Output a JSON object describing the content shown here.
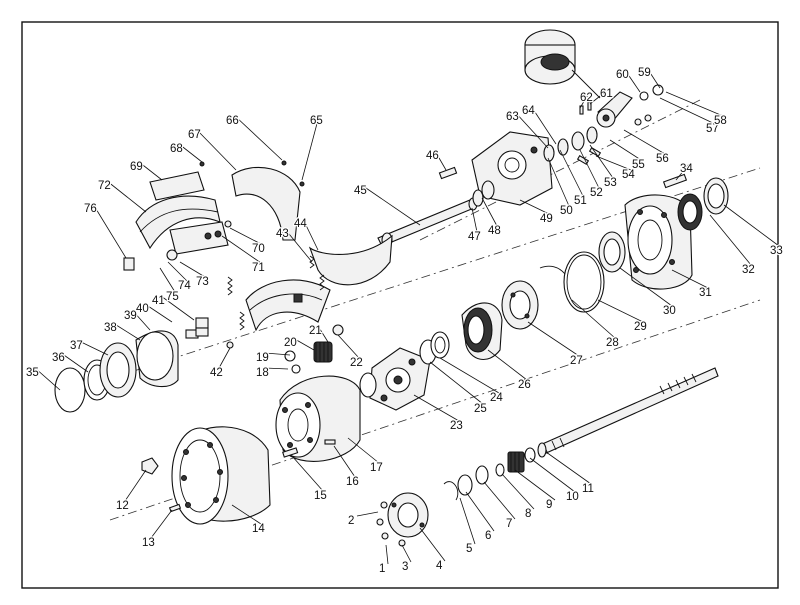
{
  "diagram": {
    "kind": "exploded-assembly",
    "callouts": [
      "1",
      "2",
      "3",
      "4",
      "5",
      "6",
      "7",
      "8",
      "9",
      "10",
      "11",
      "12",
      "13",
      "14",
      "15",
      "16",
      "17",
      "18",
      "19",
      "20",
      "21",
      "22",
      "23",
      "24",
      "25",
      "26",
      "27",
      "28",
      "29",
      "30",
      "31",
      "32",
      "33",
      "34",
      "35",
      "36",
      "37",
      "38",
      "39",
      "40",
      "41",
      "42",
      "43",
      "44",
      "45",
      "46",
      "47",
      "48",
      "49",
      "50",
      "51",
      "52",
      "53",
      "54",
      "55",
      "56",
      "57",
      "58",
      "59",
      "60",
      "61",
      "62",
      "63",
      "64",
      "65",
      "66",
      "67",
      "68",
      "69",
      "70",
      "71",
      "72",
      "73",
      "74",
      "75",
      "76"
    ]
  }
}
